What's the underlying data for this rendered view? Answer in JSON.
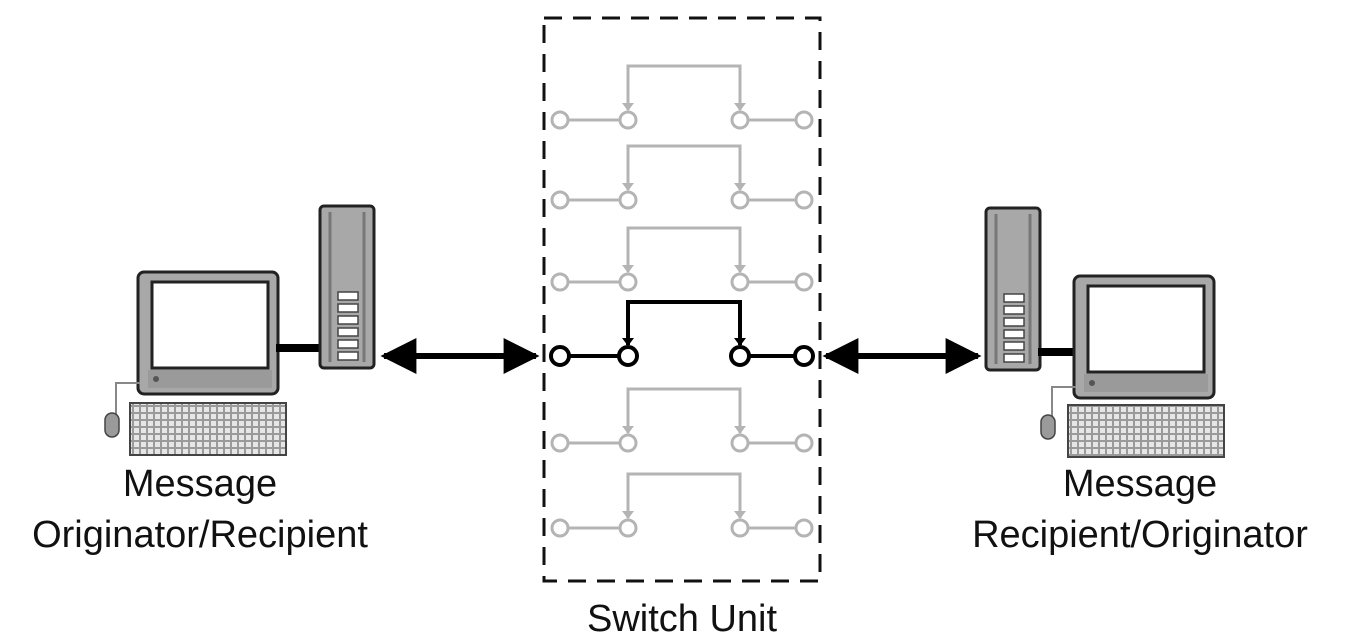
{
  "left_station": {
    "label_line1": "Message",
    "label_line2": "Originator/Recipient"
  },
  "right_station": {
    "label_line1": "Message",
    "label_line2": "Recipient/Originator"
  },
  "switch_unit": {
    "label": "Switch Unit",
    "paths_total": 6,
    "active_path_index": 3
  },
  "colors": {
    "active": "#000000",
    "inactive": "#b4b4b4",
    "device_gray": "#a8a8a8",
    "screen": "#ffffff"
  },
  "icons": [
    "monitor-icon",
    "tower-icon",
    "keyboard-icon",
    "mouse-icon",
    "double-arrow-icon"
  ]
}
